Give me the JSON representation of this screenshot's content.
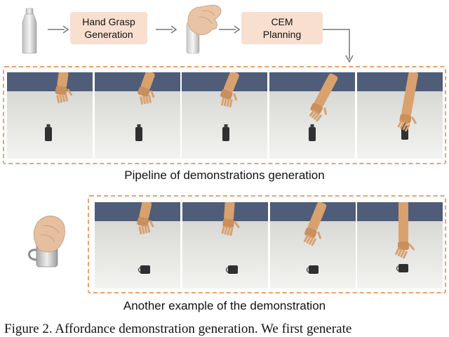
{
  "pipeline_top": {
    "step1": {
      "line1": "Hand Grasp",
      "line2": "Generation"
    },
    "step2": {
      "line1": "CEM",
      "line2": "Planning"
    }
  },
  "captions": {
    "top": "Pipeline of demonstrations generation",
    "bottom": "Another example of the demonstration"
  },
  "figure_caption": "Figure 2. Affordance demonstration generation. We first generate",
  "colors": {
    "box_fill": "#f9dfcf",
    "dashed_border": "#f0a06a",
    "wall": "#4f5d78",
    "floor": "#e9e9e6",
    "hand": "#d9a16e"
  },
  "icons": [
    "bottle-icon",
    "hand-grasping-bottle-icon",
    "hand-grasping-mug-icon"
  ]
}
